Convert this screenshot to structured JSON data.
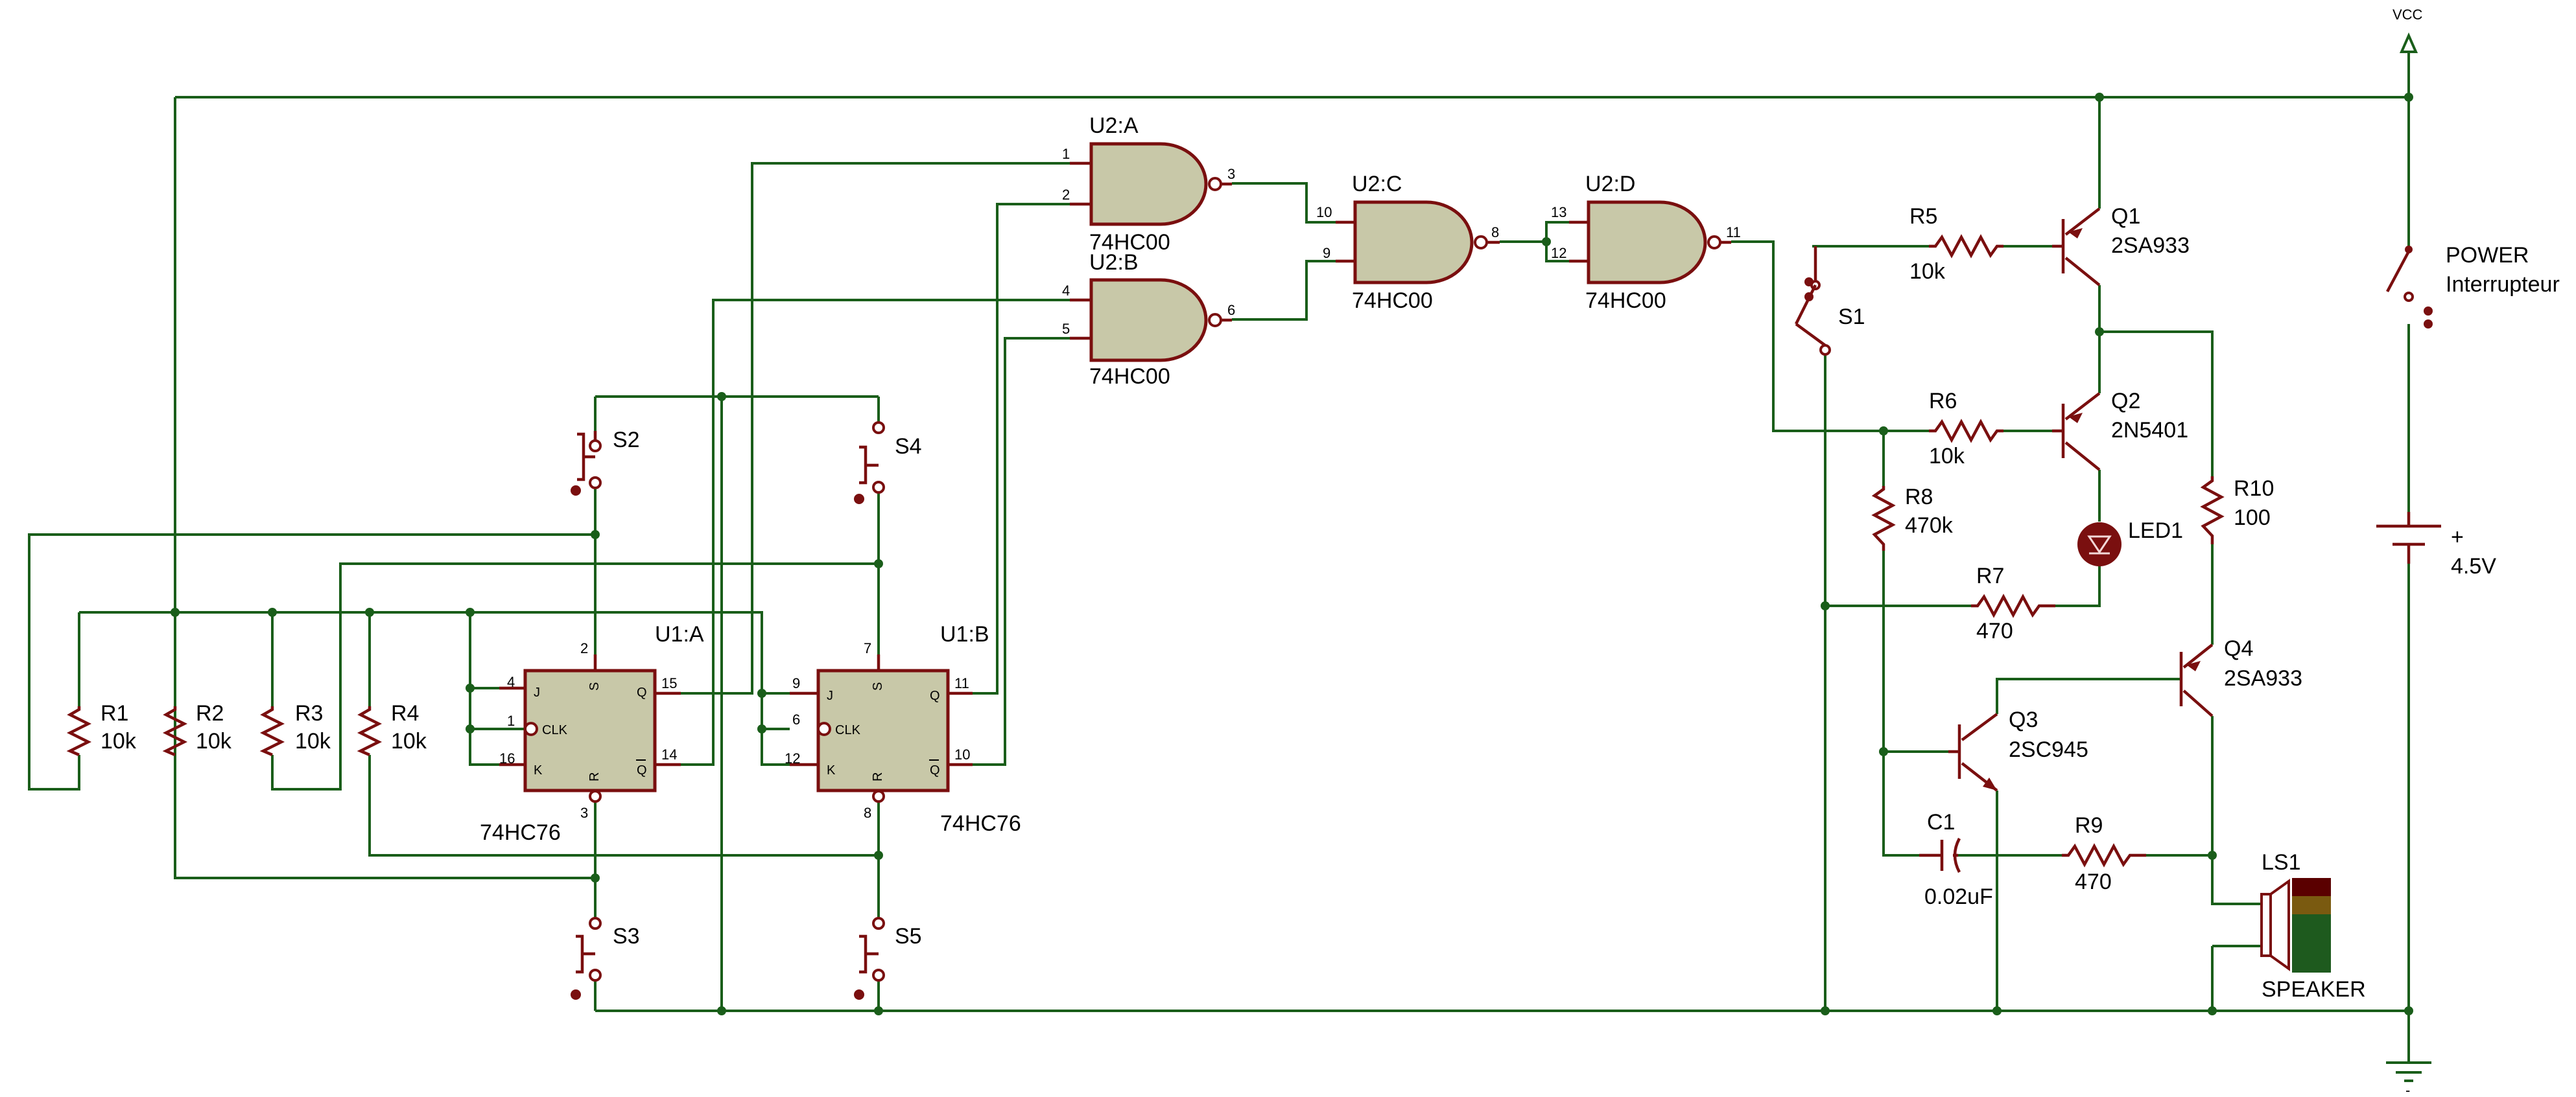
{
  "power": {
    "vcc_label": "VCC",
    "switch_name": "POWER",
    "switch_type": "Interrupteur",
    "battery_plus": "+",
    "battery_voltage": "4.5V",
    "ground_minus": "-"
  },
  "flipflops": {
    "u1a": {
      "name": "U1:A",
      "part": "74HC76",
      "pin_j": "J",
      "pin_clk": "CLK",
      "pin_k": "K",
      "pin_s": "S",
      "pin_r": "R",
      "pin_q": "Q",
      "pin_qbar": "Q",
      "n_j": "4",
      "n_clk": "1",
      "n_k": "16",
      "n_s": "2",
      "n_r": "3",
      "n_q": "15",
      "n_qbar": "14"
    },
    "u1b": {
      "name": "U1:B",
      "part": "74HC76",
      "pin_j": "J",
      "pin_clk": "CLK",
      "pin_k": "K",
      "pin_s": "S",
      "pin_r": "R",
      "pin_q": "Q",
      "pin_qbar": "Q",
      "n_j": "9",
      "n_clk": "6",
      "n_k": "12",
      "n_s": "7",
      "n_r": "8",
      "n_q": "11",
      "n_qbar": "10"
    }
  },
  "gates": {
    "u2a": {
      "name": "U2:A",
      "part": "74HC00",
      "in1": "1",
      "in2": "2",
      "out": "3"
    },
    "u2b": {
      "name": "U2:B",
      "part": "74HC00",
      "in1": "4",
      "in2": "5",
      "out": "6"
    },
    "u2c": {
      "name": "U2:C",
      "part": "74HC00",
      "in1": "10",
      "in2": "9",
      "out": "8"
    },
    "u2d": {
      "name": "U2:D",
      "part": "74HC00",
      "in1": "13",
      "in2": "12",
      "out": "11"
    }
  },
  "switches": {
    "s1": "S1",
    "s2": "S2",
    "s3": "S3",
    "s4": "S4",
    "s5": "S5"
  },
  "resistors": {
    "r1": {
      "name": "R1",
      "value": "10k"
    },
    "r2": {
      "name": "R2",
      "value": "10k"
    },
    "r3": {
      "name": "R3",
      "value": "10k"
    },
    "r4": {
      "name": "R4",
      "value": "10k"
    },
    "r5": {
      "name": "R5",
      "value": "10k"
    },
    "r6": {
      "name": "R6",
      "value": "10k"
    },
    "r7": {
      "name": "R7",
      "value": "470"
    },
    "r8": {
      "name": "R8",
      "value": "470k"
    },
    "r9": {
      "name": "R9",
      "value": "470"
    },
    "r10": {
      "name": "R10",
      "value": "100"
    }
  },
  "transistors": {
    "q1": {
      "name": "Q1",
      "part": "2SA933"
    },
    "q2": {
      "name": "Q2",
      "part": "2N5401"
    },
    "q3": {
      "name": "Q3",
      "part": "2SC945"
    },
    "q4": {
      "name": "Q4",
      "part": "2SA933"
    }
  },
  "capacitor": {
    "name": "C1",
    "value": "0.02uF"
  },
  "led": {
    "name": "LED1"
  },
  "speaker": {
    "name": "LS1",
    "label": "SPEAKER"
  },
  "colors": {
    "wire": "#1a5e1a",
    "component": "#7a0f0f",
    "chip_fill": "#c8c8a8",
    "speaker_levels": [
      "#5a0000",
      "#7a5a10",
      "#1e5a1e"
    ]
  }
}
